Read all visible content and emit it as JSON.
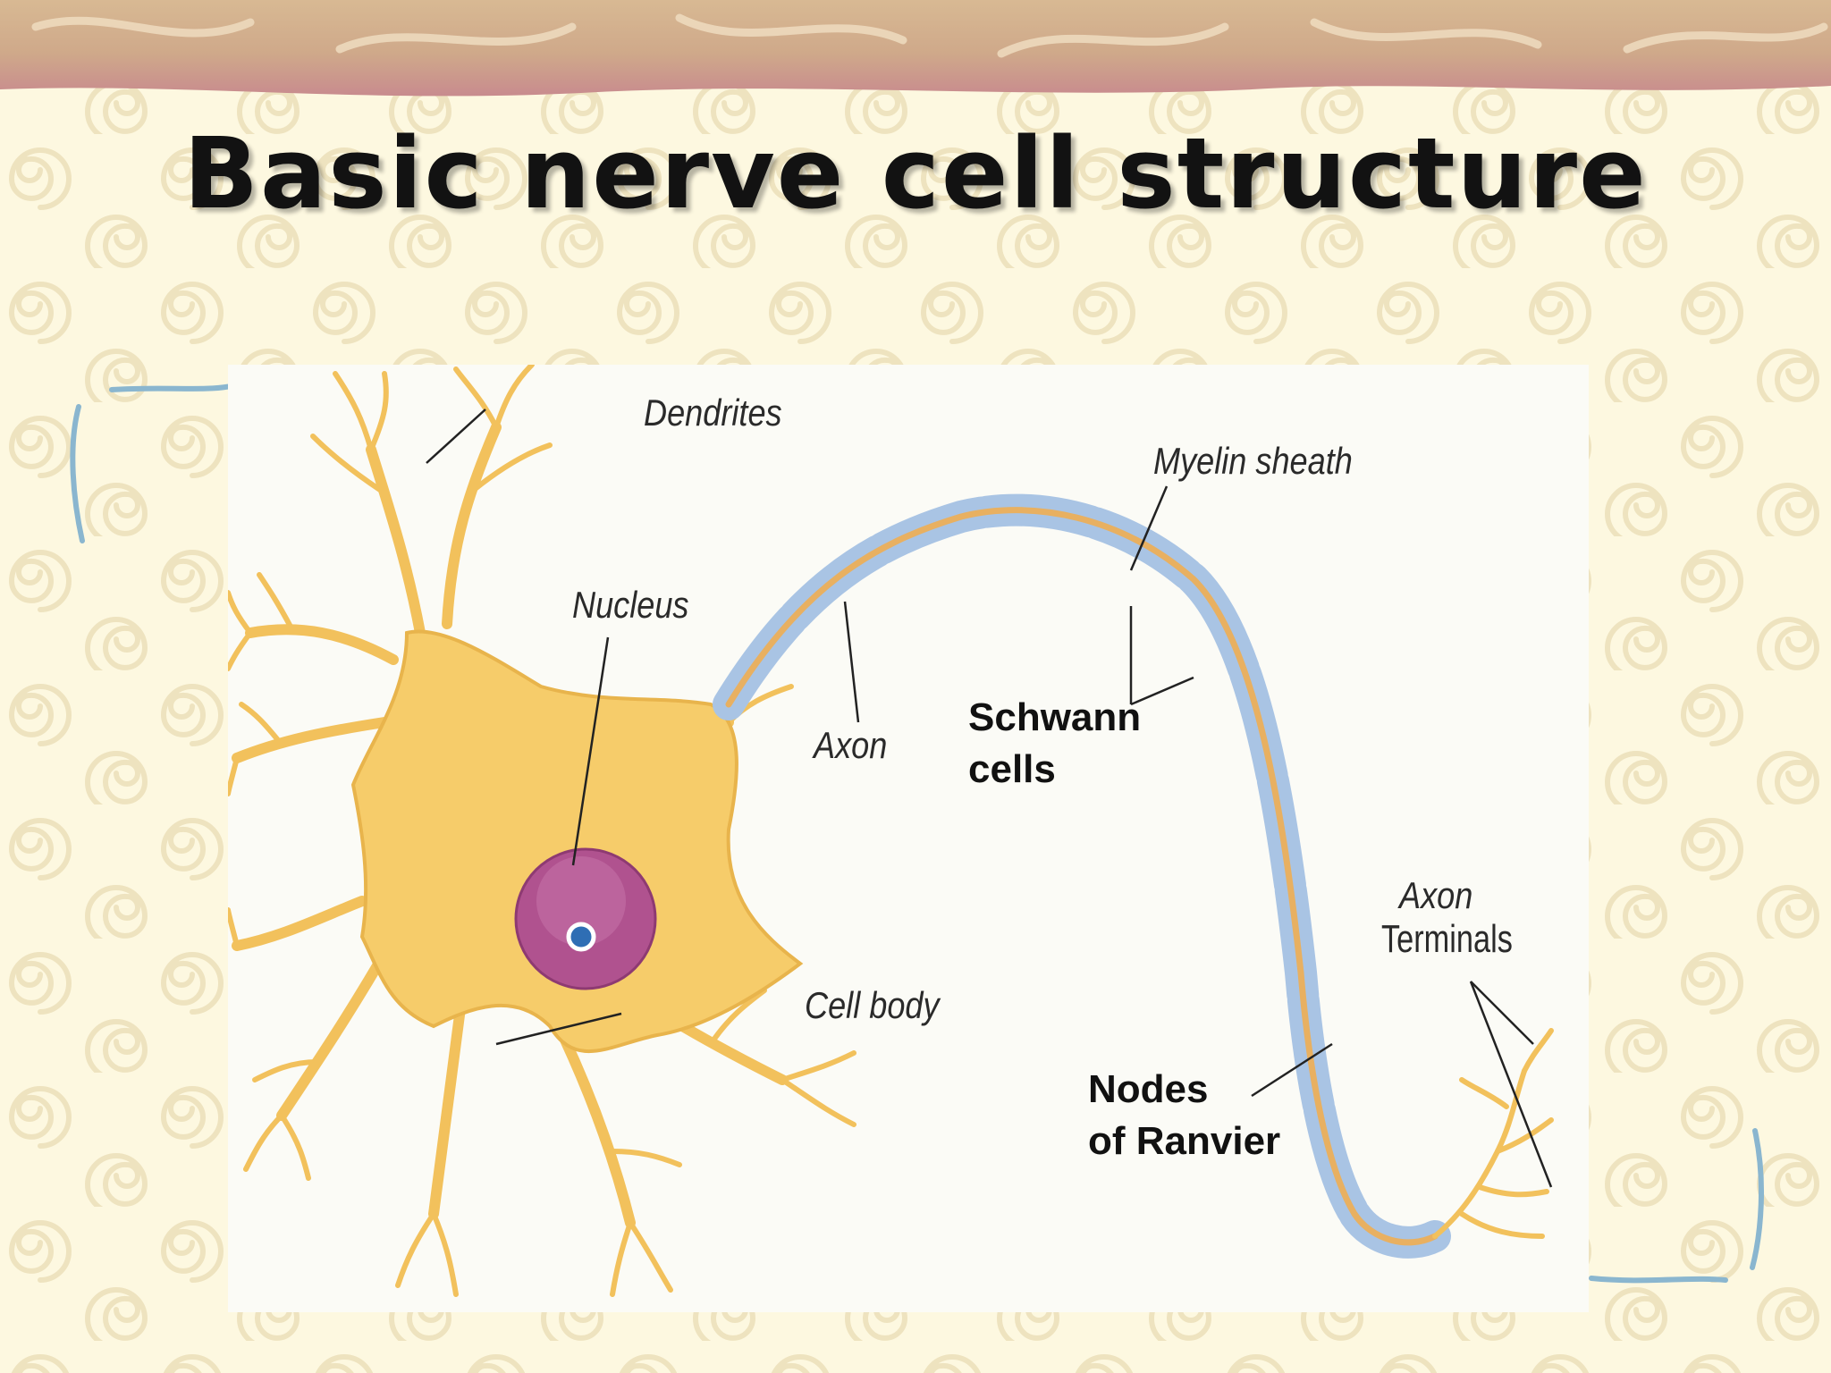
{
  "slide": {
    "title": "Basic nerve cell structure"
  },
  "diagram": {
    "labels": {
      "dendrites": "Dendrites",
      "myelin_sheath": "Myelin sheath",
      "nucleus": "Nucleus",
      "axon": "Axon",
      "schwann_line1": "Schwann",
      "schwann_line2": "cells",
      "axon_terminals_line1": "Axon",
      "axon_terminals_line2": "Terminals",
      "cell_body": "Cell body",
      "nodes_line1": "Nodes",
      "nodes_line2": "of Ranvier"
    },
    "colors": {
      "cell_body": "#f6cc6a",
      "nucleus": "#b0528f",
      "myelin": "#a9c4e4",
      "frame_bracket": "#8ab6cf",
      "top_banner": "#c9a585"
    }
  }
}
